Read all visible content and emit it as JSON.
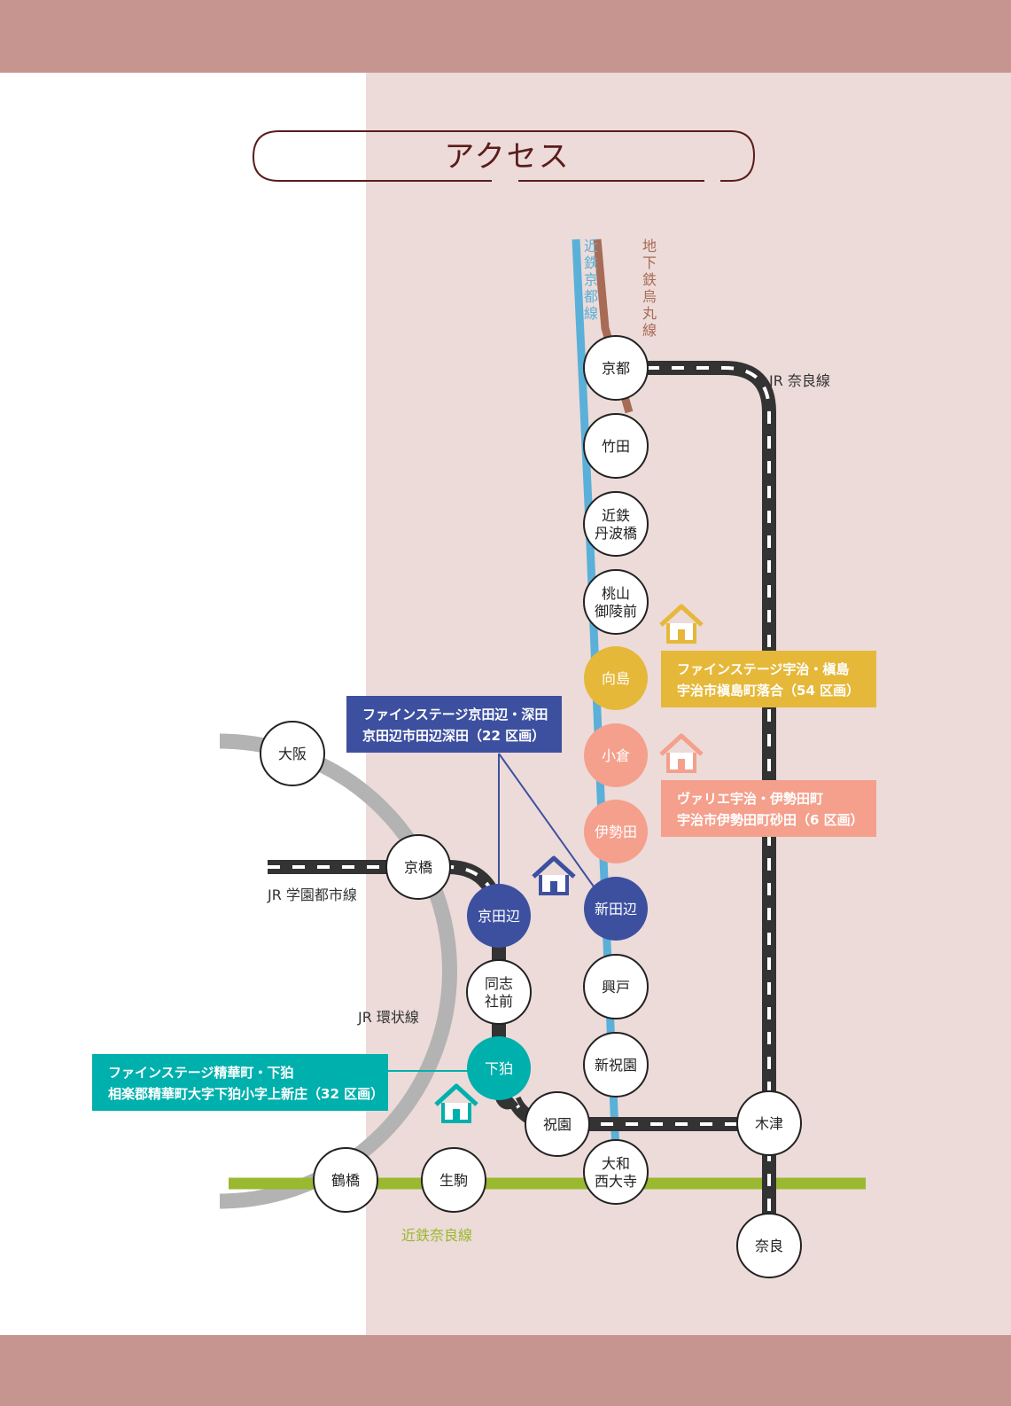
{
  "page": {
    "title": "アクセス"
  },
  "colors": {
    "band": "#c69590",
    "panel": "#ecdbd9",
    "jr": "#333333",
    "loop": "#b3b3b3",
    "kintetsu_nara": "#9ab830",
    "kintetsu_kyoto": "#5ab0d8",
    "karasuma": "#a86b55",
    "navy": "#3d50a0",
    "teal": "#00b0ac",
    "yellow": "#e6b83a",
    "salmon": "#f4a08c"
  },
  "lines": {
    "jr_nara": "JR 奈良線",
    "jr_gakkentoshi": "JR 学園都市線",
    "jr_loop": "JR 環状線",
    "kintetsu_nara": "近鉄奈良線",
    "kintetsu_kyoto": "近鉄京都線",
    "karasuma": "地下鉄烏丸線"
  },
  "stations": {
    "kyoto": "京都",
    "takeda": "竹田",
    "tanbabashi": "近鉄\n丹波橋",
    "momoyama": "桃山\n御陵前",
    "mukaijima": "向島",
    "ogura": "小倉",
    "iseda": "伊勢田",
    "shintanabe": "新田辺",
    "kounoto": "興戸",
    "shinhosono": "新祝園",
    "yamatosaidaiji": "大和\n西大寺",
    "osaka": "大阪",
    "kyobashi": "京橋",
    "kyotanabe": "京田辺",
    "doshisha": "同志\n社前",
    "shimokoma": "下狛",
    "hosono": "祝園",
    "tsuruhashi": "鶴橋",
    "ikoma": "生駒",
    "kizu": "木津",
    "nara": "奈良"
  },
  "properties": [
    {
      "name": "ファインステージ宇治・槇島",
      "address": "宇治市槇島町落合（54 区画）"
    },
    {
      "name": "ヴァリエ宇治・伊勢田町",
      "address": "宇治市伊勢田町砂田（6 区画）"
    },
    {
      "name": "ファインステージ京田辺・深田",
      "address": "京田辺市田辺深田（22 区画）"
    },
    {
      "name": "ファインステージ精華町・下狛",
      "address": "相楽郡精華町大字下狛小字上新庄（32 区画）"
    }
  ],
  "icons": {
    "house": "house-icon"
  }
}
